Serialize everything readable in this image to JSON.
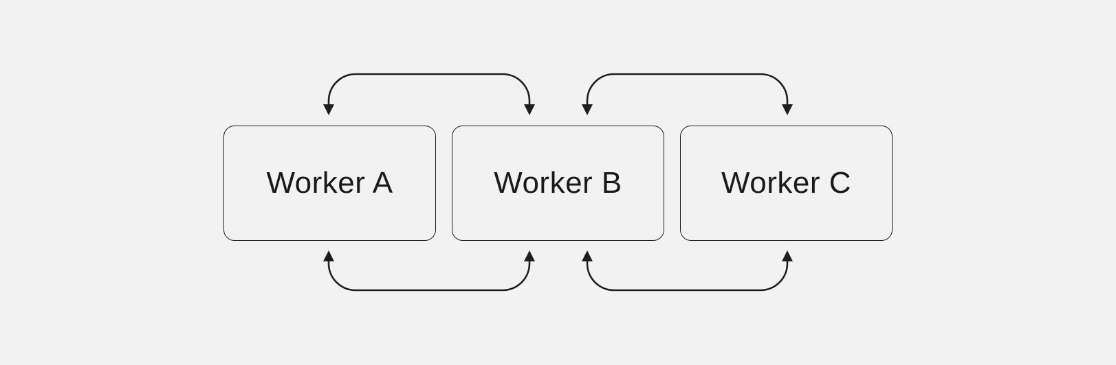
{
  "diagram": {
    "nodes": [
      {
        "id": "A",
        "label": "Worker A"
      },
      {
        "id": "B",
        "label": "Worker B"
      },
      {
        "id": "C",
        "label": "Worker C"
      }
    ],
    "edges": [
      {
        "from": "A",
        "to": "B",
        "side": "top",
        "direction": "bidirectional"
      },
      {
        "from": "B",
        "to": "C",
        "side": "top",
        "direction": "bidirectional"
      },
      {
        "from": "A",
        "to": "B",
        "side": "bottom",
        "direction": "bidirectional"
      },
      {
        "from": "B",
        "to": "C",
        "side": "bottom",
        "direction": "bidirectional"
      }
    ],
    "colors": {
      "background": "#f2f2f2",
      "stroke": "#1e1e1e",
      "text": "#1a1a1a"
    }
  }
}
